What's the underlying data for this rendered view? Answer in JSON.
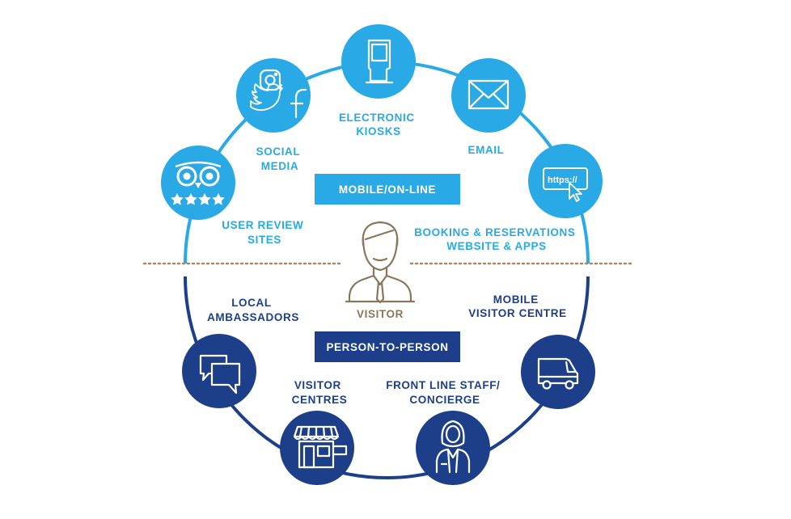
{
  "center": {
    "label": "VISITOR",
    "icon": "person-in-suit-icon"
  },
  "top_group": {
    "badge": "MOBILE/ON-LINE",
    "color": "#29a9e6",
    "nodes": [
      {
        "id": "kiosks",
        "icon": "kiosk-icon",
        "label_lines": [
          "ELECTRONIC",
          "KIOSKS"
        ]
      },
      {
        "id": "email",
        "icon": "envelope-icon",
        "label_lines": [
          "EMAIL"
        ]
      },
      {
        "id": "booking",
        "icon": "browser-https-icon",
        "icon_text": "https://",
        "label_lines": [
          "BOOKING & RESERVATIONS",
          "WEBSITE & APPS"
        ]
      },
      {
        "id": "social",
        "icon": "social-media-icon",
        "label_lines": [
          "SOCIAL",
          "MEDIA"
        ]
      },
      {
        "id": "reviews",
        "icon": "owl-review-icon",
        "label_lines": [
          "USER REVIEW",
          "SITES"
        ]
      }
    ]
  },
  "bottom_group": {
    "badge": "PERSON-TO-PERSON",
    "color": "#1d3f8a",
    "nodes": [
      {
        "id": "ambassadors",
        "icon": "chat-bubbles-icon",
        "label_lines": [
          "LOCAL",
          "AMBASSADORS"
        ]
      },
      {
        "id": "centres",
        "icon": "storefront-icon",
        "label_lines": [
          "VISITOR",
          "CENTRES"
        ]
      },
      {
        "id": "staff",
        "icon": "concierge-woman-icon",
        "label_lines": [
          "FRONT LINE STAFF/",
          "CONCIERGE"
        ]
      },
      {
        "id": "mobile_centre",
        "icon": "van-icon",
        "label_lines": [
          "MOBILE",
          "VISITOR CENTRE"
        ]
      }
    ]
  },
  "divider_color": "#a4896a"
}
